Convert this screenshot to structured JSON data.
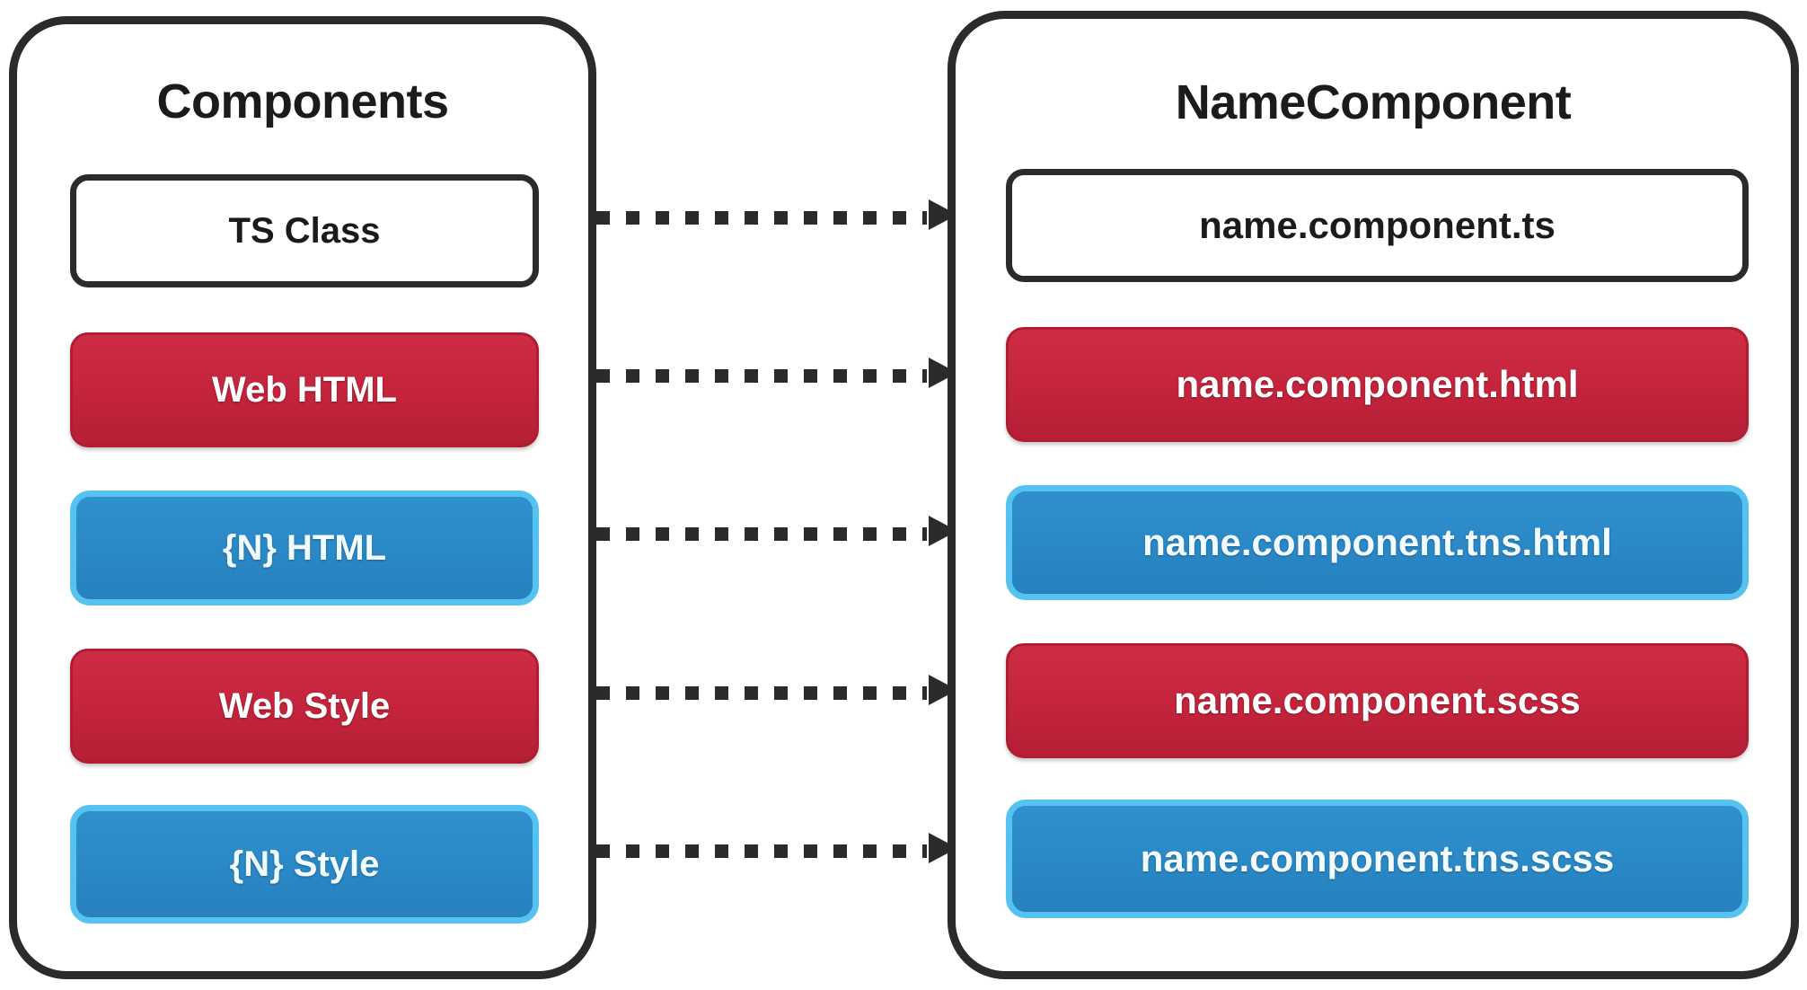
{
  "diagram": {
    "type": "mapping-diagram",
    "left_panel": {
      "title": "Components",
      "items": [
        {
          "label": "TS Class",
          "style": "plain",
          "icon": "rounded-rect-outline"
        },
        {
          "label": "Web HTML",
          "style": "red",
          "icon": "rounded-rect-filled"
        },
        {
          "label": "{N} HTML",
          "style": "blue",
          "icon": "rounded-rect-filled"
        },
        {
          "label": "Web Style",
          "style": "red",
          "icon": "rounded-rect-filled"
        },
        {
          "label": "{N} Style",
          "style": "blue",
          "icon": "rounded-rect-filled"
        }
      ]
    },
    "right_panel": {
      "title": "NameComponent",
      "items": [
        {
          "label": "name.component.ts",
          "style": "plain"
        },
        {
          "label": "name.component.html",
          "style": "red"
        },
        {
          "label": "name.component.tns.html",
          "style": "blue"
        },
        {
          "label": "name.component.scss",
          "style": "red"
        },
        {
          "label": "name.component.tns.scss",
          "style": "blue"
        }
      ]
    },
    "connectors": [
      {
        "from": "TS Class",
        "to": "name.component.ts",
        "style": "dotted-arrow"
      },
      {
        "from": "Web HTML",
        "to": "name.component.html",
        "style": "dotted-arrow"
      },
      {
        "from": "{N} HTML",
        "to": "name.component.tns.html",
        "style": "dotted-arrow"
      },
      {
        "from": "Web Style",
        "to": "name.component.scss",
        "style": "dotted-arrow"
      },
      {
        "from": "{N} Style",
        "to": "name.component.tns.scss",
        "style": "dotted-arrow"
      }
    ],
    "colors": {
      "outline": "#2b2b2b",
      "red_fill": "#c4243c",
      "red_border": "#b01d33",
      "blue_fill": "#2a88c6",
      "blue_border": "#55c2ef",
      "plain_fill": "#ffffff",
      "text_dark": "#1b1b1b",
      "text_light": "#ffffff",
      "background": "#ffffff"
    }
  }
}
